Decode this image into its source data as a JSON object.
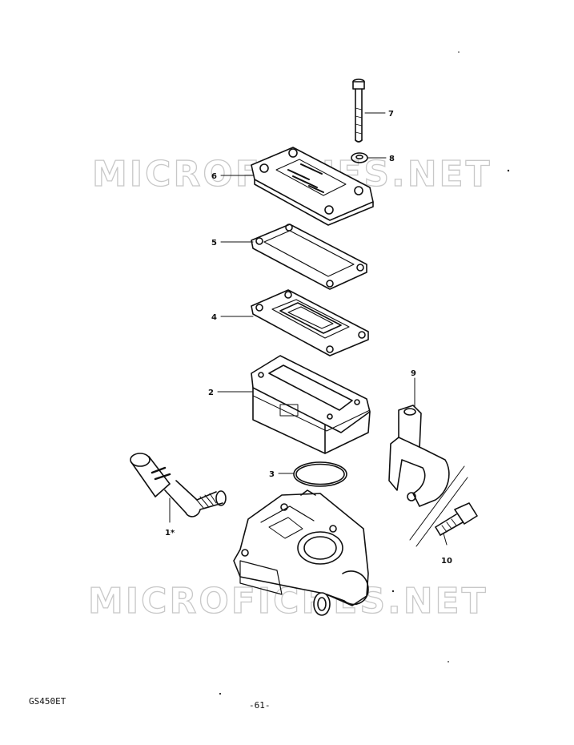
{
  "watermark": "MICROFICHES.NET",
  "footer": {
    "model": "GS450ET",
    "page": "-61-"
  },
  "callouts": [
    {
      "id": "callout-1",
      "text": "1*"
    },
    {
      "id": "callout-2",
      "text": "2"
    },
    {
      "id": "callout-3",
      "text": "3"
    },
    {
      "id": "callout-4",
      "text": "4"
    },
    {
      "id": "callout-5",
      "text": "5"
    },
    {
      "id": "callout-6",
      "text": "6"
    },
    {
      "id": "callout-7",
      "text": "7"
    },
    {
      "id": "callout-8",
      "text": "8"
    },
    {
      "id": "callout-9",
      "text": "9"
    },
    {
      "id": "callout-10",
      "text": "10"
    }
  ]
}
